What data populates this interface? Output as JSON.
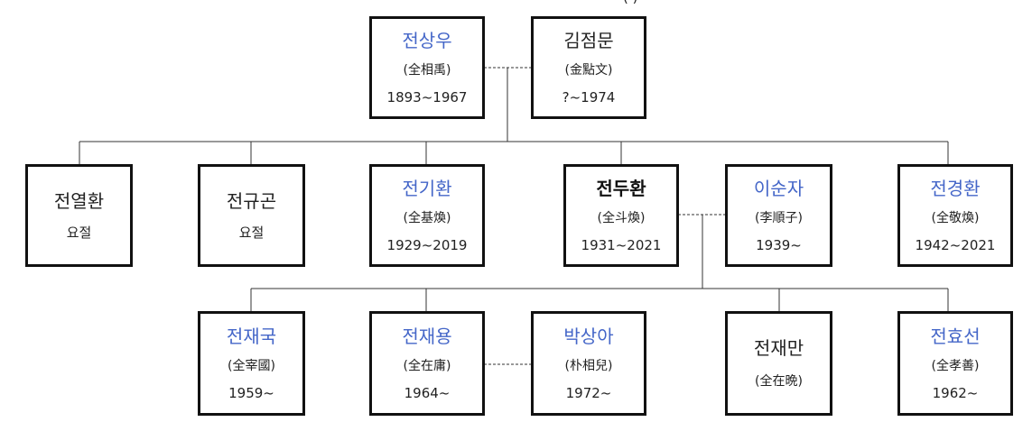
{
  "header_fragment": "(                    )",
  "people": {
    "p_sangwoo": {
      "name": "전상우",
      "hanja": "(全相禹)",
      "years": "1893~1967"
    },
    "p_jeommun": {
      "name": "김점문",
      "hanja": "(金點文)",
      "years": "?~1974"
    },
    "p_yeolhwan": {
      "name": "전열환",
      "note": "요절"
    },
    "p_gyugon": {
      "name": "전규곤",
      "note": "요절"
    },
    "p_gihwan": {
      "name": "전기환",
      "hanja": "(全基煥)",
      "years": "1929~2019"
    },
    "p_doohwan": {
      "name": "전두환",
      "hanja": "(全斗煥)",
      "years": "1931~2021"
    },
    "p_soonja": {
      "name": "이순자",
      "hanja": "(李順子)",
      "years": "1939~"
    },
    "p_gyeonghwan": {
      "name": "전경환",
      "hanja": "(全敬煥)",
      "years": "1942~2021"
    },
    "p_jaeguk": {
      "name": "전재국",
      "hanja": "(全宰國)",
      "years": "1959~"
    },
    "p_jaeyong": {
      "name": "전재용",
      "hanja": "(全在庸)",
      "years": "1964~"
    },
    "p_sanga": {
      "name": "박상아",
      "hanja": "(朴相兒)",
      "years": "1972~"
    },
    "p_jaeman": {
      "name": "전재만",
      "hanja": "(全在晩)"
    },
    "p_hyoseon": {
      "name": "전효선",
      "hanja": "(全孝善)",
      "years": "1962~"
    }
  },
  "colors": {
    "link_name": "#4466c8",
    "border": "#111111",
    "line": "#333333"
  }
}
